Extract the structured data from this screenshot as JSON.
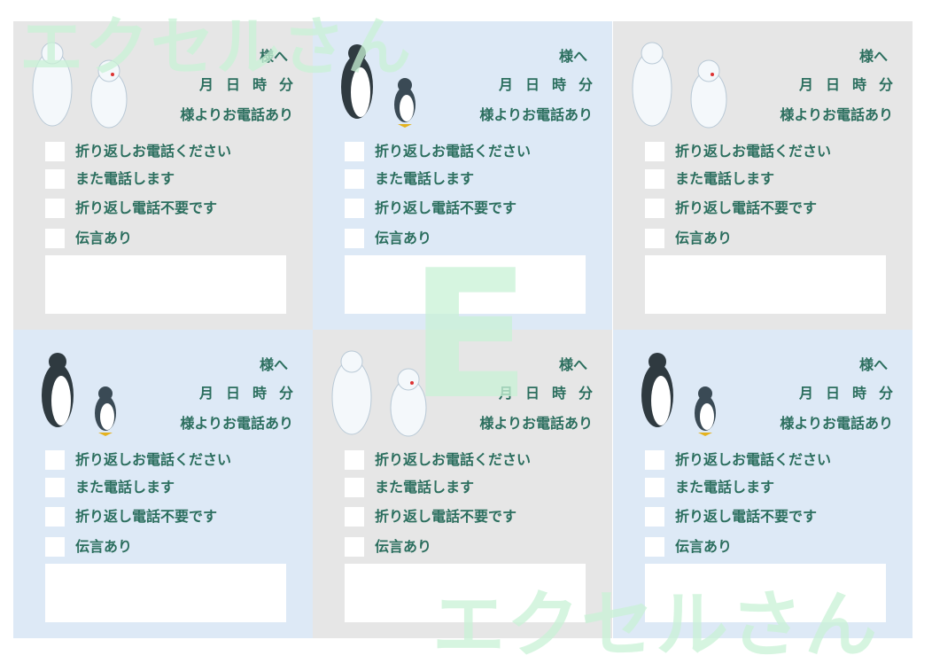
{
  "cards": [
    {
      "to_suffix": "様へ",
      "month": "月",
      "day": "日",
      "hour": "時",
      "minute": "分",
      "from_suffix": "様よりお電話あり",
      "art": "polar-bears-illustration",
      "options": [
        "折り返しお電話ください",
        "また電話します",
        "折り返し電話不要です",
        "伝言あり"
      ]
    },
    {
      "to_suffix": "様へ",
      "month": "月",
      "day": "日",
      "hour": "時",
      "minute": "分",
      "from_suffix": "様よりお電話あり",
      "art": "penguins-illustration",
      "options": [
        "折り返しお電話ください",
        "また電話します",
        "折り返し電話不要です",
        "伝言あり"
      ]
    },
    {
      "to_suffix": "様へ",
      "month": "月",
      "day": "日",
      "hour": "時",
      "minute": "分",
      "from_suffix": "様よりお電話あり",
      "art": "polar-bears-illustration",
      "options": [
        "折り返しお電話ください",
        "また電話します",
        "折り返し電話不要です",
        "伝言あり"
      ]
    },
    {
      "to_suffix": "様へ",
      "month": "月",
      "day": "日",
      "hour": "時",
      "minute": "分",
      "from_suffix": "様よりお電話あり",
      "art": "penguins-illustration",
      "options": [
        "折り返しお電話ください",
        "また電話します",
        "折り返し電話不要です",
        "伝言あり"
      ]
    },
    {
      "to_suffix": "様へ",
      "month": "月",
      "day": "日",
      "hour": "時",
      "minute": "分",
      "from_suffix": "様よりお電話あり",
      "art": "polar-bears-illustration",
      "options": [
        "折り返しお電話ください",
        "また電話します",
        "折り返し電話不要です",
        "伝言あり"
      ]
    },
    {
      "to_suffix": "様へ",
      "month": "月",
      "day": "日",
      "hour": "時",
      "minute": "分",
      "from_suffix": "様よりお電話あり",
      "art": "penguins-illustration",
      "options": [
        "折り返しお電話ください",
        "また電話します",
        "折り返し電話不要です",
        "伝言あり"
      ]
    }
  ],
  "watermark": {
    "top": "エクセルさん",
    "bottom": "エクセルさん",
    "center": "E"
  },
  "colors": {
    "text": "#2b6e5e",
    "gray_card": "#e6e6e6",
    "blue_card": "#dde9f6",
    "watermark": "#c9f2d6"
  }
}
